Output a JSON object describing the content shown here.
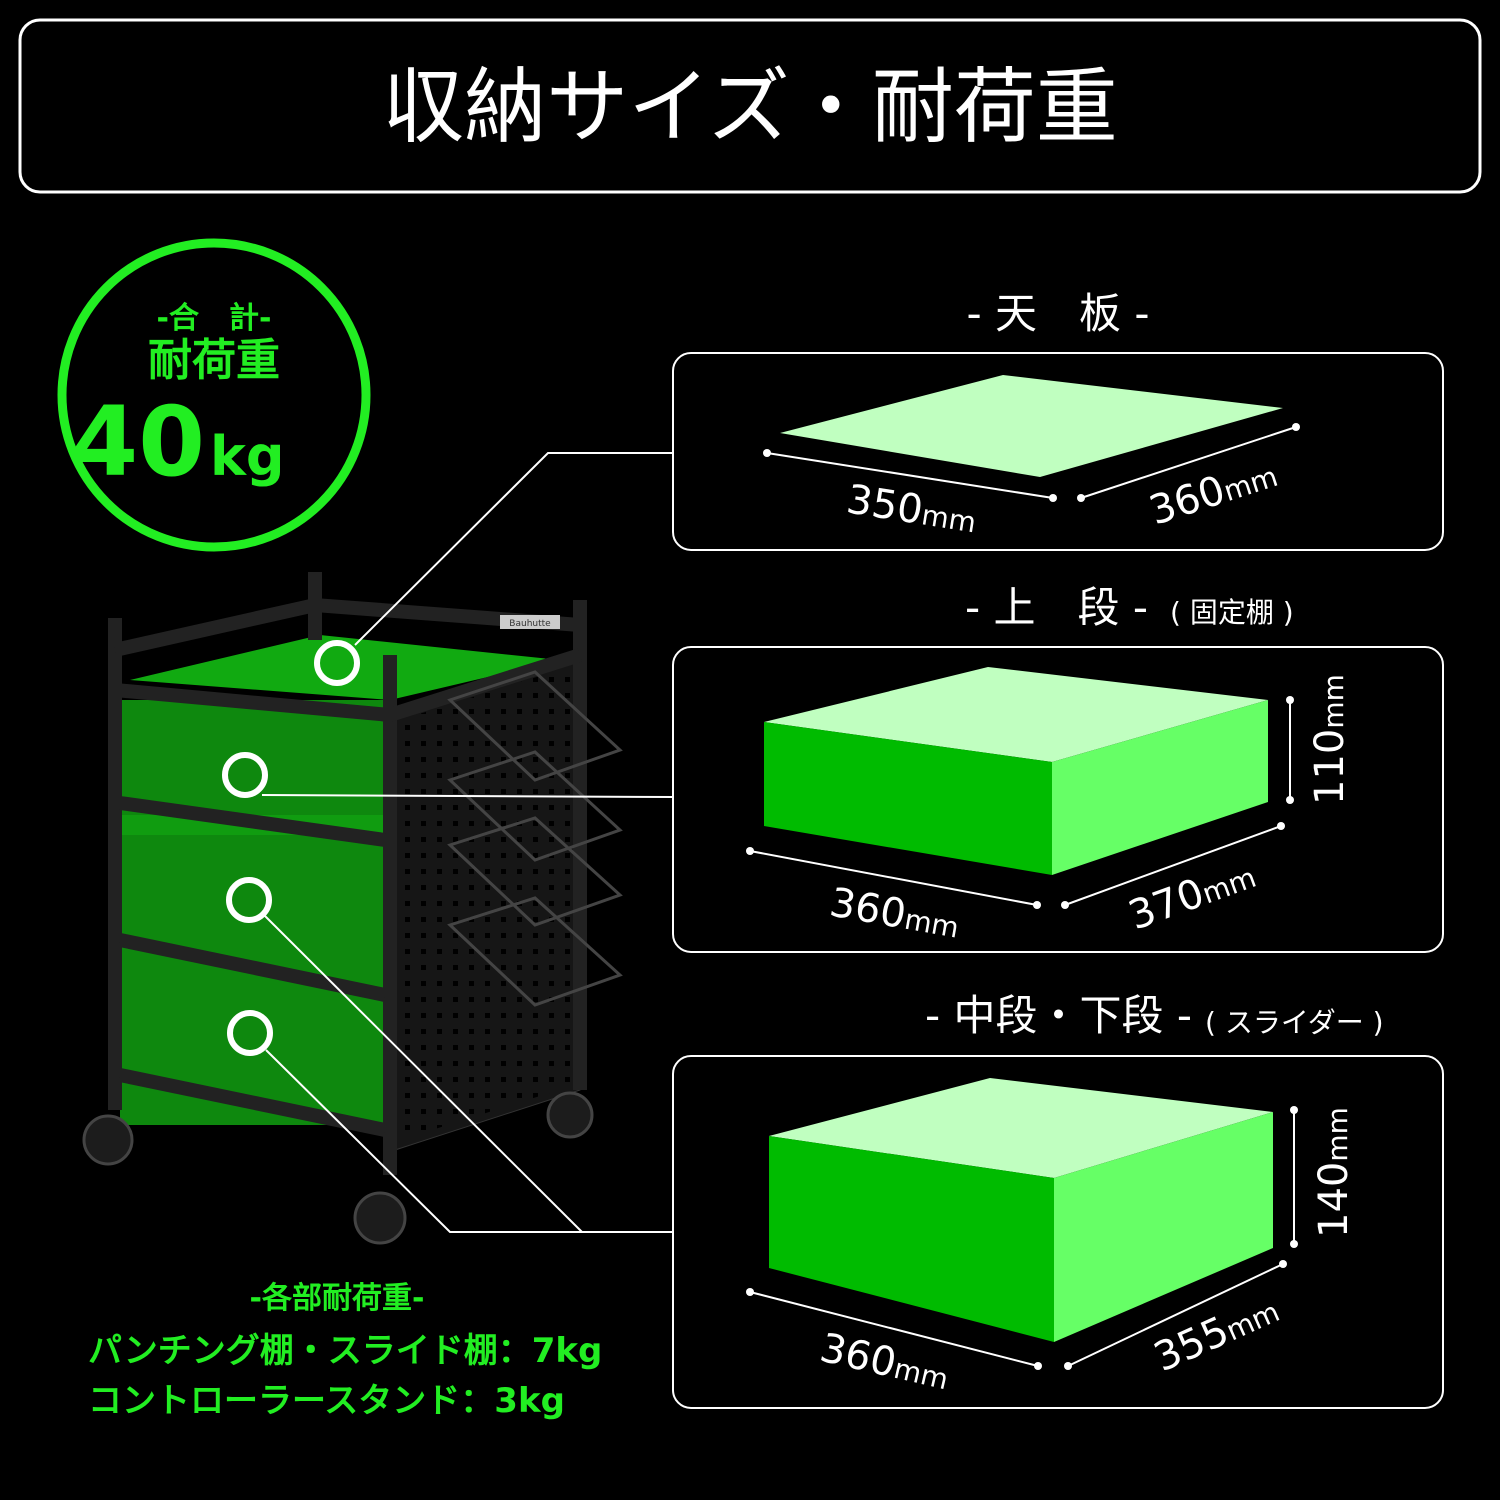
{
  "title": "収納サイズ・耐荷重",
  "total_badge": {
    "caption": "-合　計-",
    "label": "耐荷重",
    "value": "40",
    "unit": "kg"
  },
  "sections": [
    {
      "label": "- 天　板 -",
      "sub": "",
      "dims": [
        {
          "value": "350",
          "unit": "mm"
        },
        {
          "value": "360",
          "unit": "mm"
        }
      ]
    },
    {
      "label": "- 上　段 -",
      "sub": "( 固定棚 )",
      "dims": [
        {
          "value": "360",
          "unit": "mm"
        },
        {
          "value": "370",
          "unit": "mm"
        },
        {
          "value": "110",
          "unit": "mm"
        }
      ]
    },
    {
      "label": "- 中段・下段 -",
      "sub": "( スライダー )",
      "dims": [
        {
          "value": "360",
          "unit": "mm"
        },
        {
          "value": "355",
          "unit": "mm"
        },
        {
          "value": "140",
          "unit": "mm"
        }
      ]
    }
  ],
  "per_part": {
    "heading": "-各部耐荷重-",
    "lines": [
      "パンチング棚・スライド棚：7kg",
      "コントローラースタンド：3kg"
    ]
  },
  "logo_text": "Bauhutte",
  "colors": {
    "accent": "#22ee22",
    "box_top": "#c0ffc0",
    "box_front": "#00bb00",
    "box_side": "#66ff66",
    "background": "#000000"
  }
}
